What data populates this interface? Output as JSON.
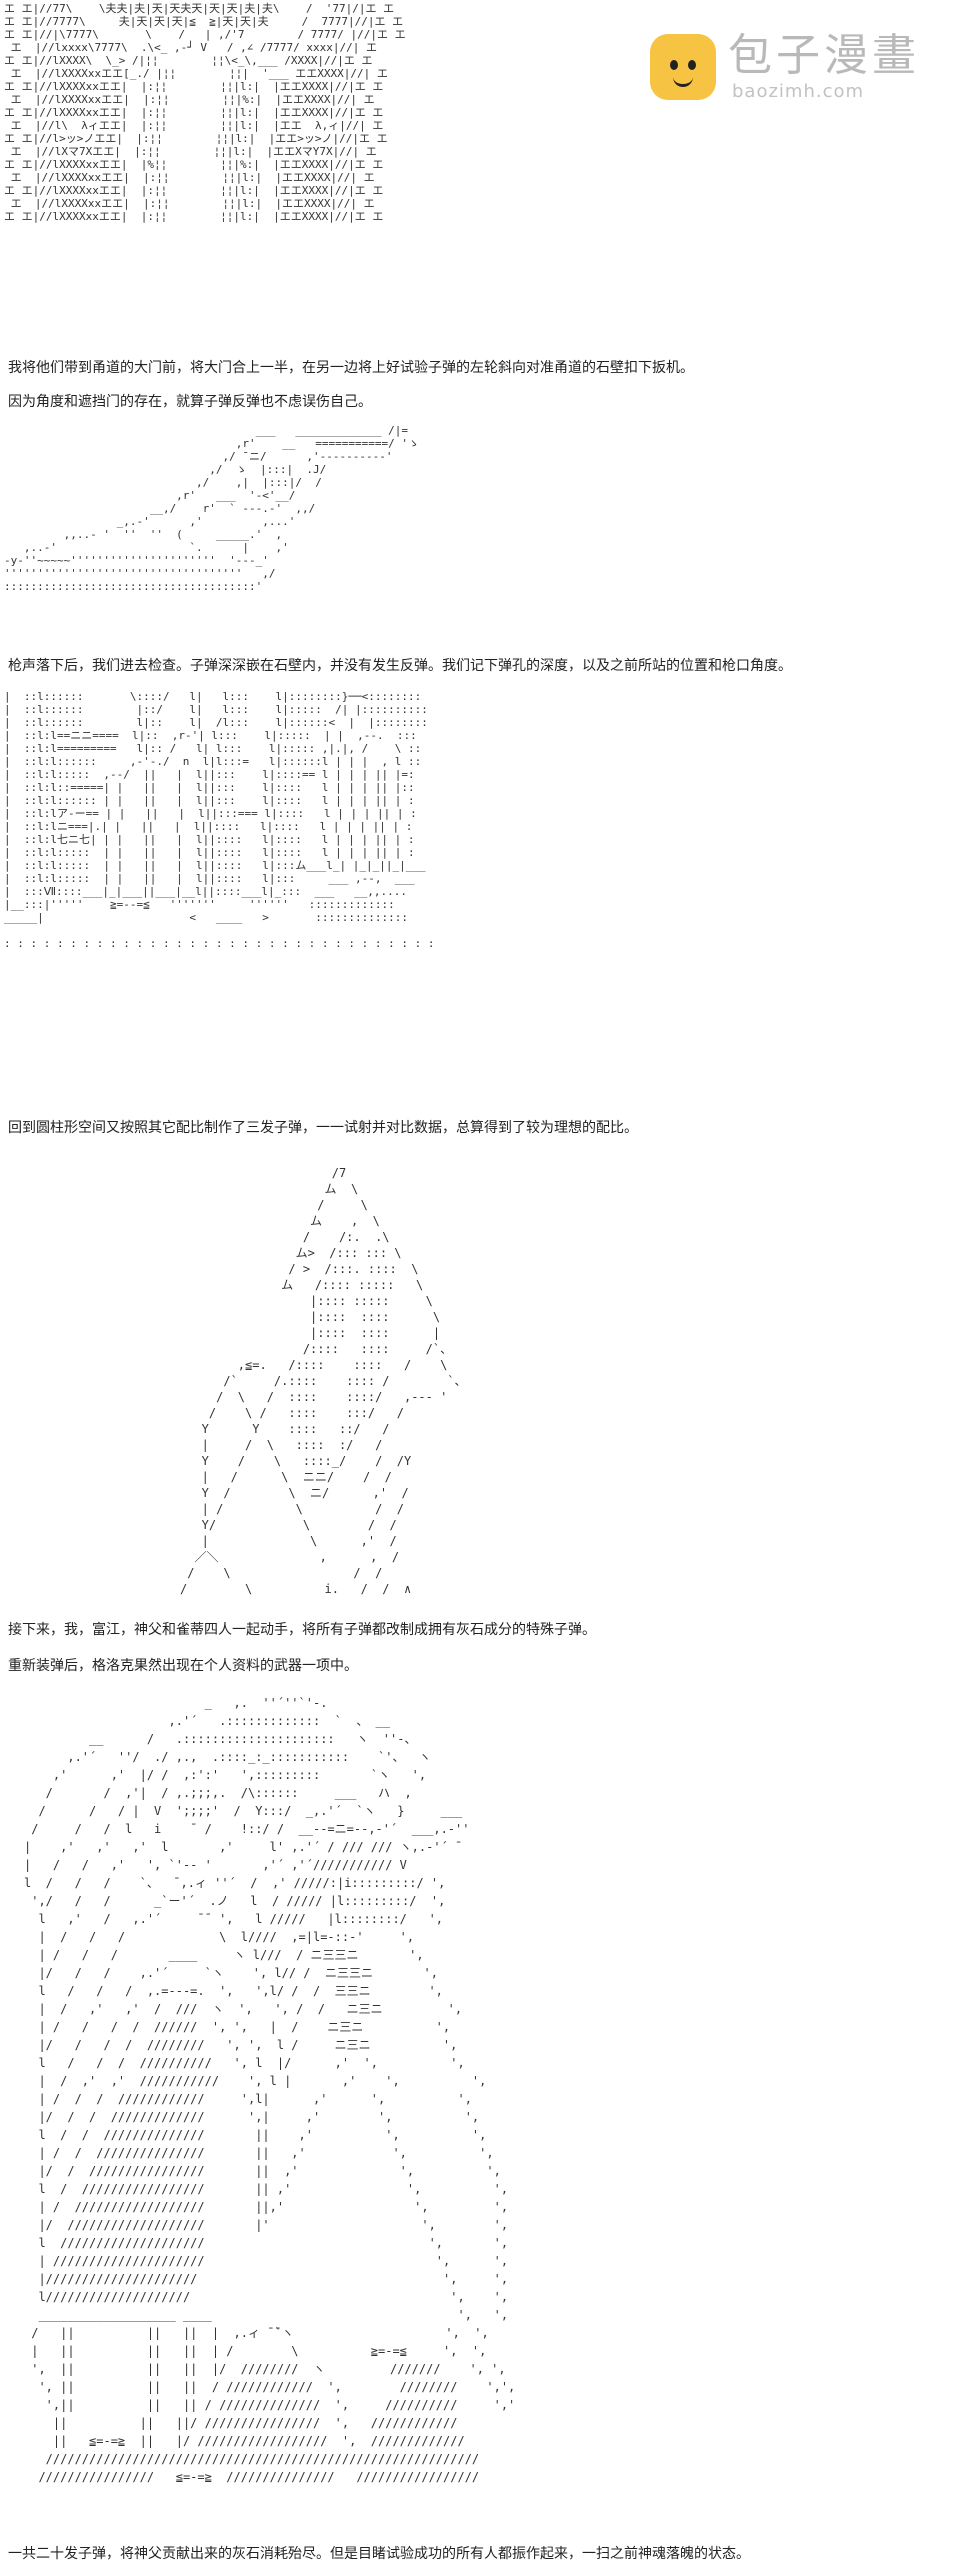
{
  "watermark": {
    "title": "包子漫畫",
    "url": "baozimh.com"
  },
  "captions": [
    "我将他们带到甬道的大门前，将大门合上一半，在另一边将上好试验子弹的左轮斜向对准甬道的石壁扣下扳机。",
    "因为角度和遮挡门的存在，就算子弹反弹也不虑误伤自己。",
    "枪声落下后，我们进去检查。子弹深深嵌在石壁内，并没有发生反弹。我们记下弹孔的深度，以及之前所站的位置和枪口角度。",
    "回到圆柱形空间又按照其它配比制作了三发子弹，一一试射并对比数据，总算得到了较为理想的配比。",
    "接下来，我，富江，神父和雀蒂四人一起动手，将所有子弹都改制成拥有灰石成分的特殊子弹。",
    "重新装弹后，格洛克果然出现在个人资料的武器一项中。",
    "一共二十发子弹，将神父贡献出来的灰石消耗殆尽。但是目睹试验成功的所有人都振作起来，一扫之前神魂落魄的状态。"
  ],
  "art": {
    "gate": [
      "エ エ|//77\\    \\夫夫|夫|天|天夫天|天|天|夫|夫\\    /  '77|/|エ エ",
      "エ エ|//7777\\     夫|天|天|天|≦  ≧|天|天|夫     /  7777|//|エ エ",
      "エ エ|//|\\7777\\       \\    /   | ,/'7        / 7777/ |//|エ エ",
      " エ  |//lxxxx\\7777\\  .\\<_ ,-┘ V   / ,∠ /7777/ xxxx|//| エ ",
      "エ エ|//lXXXX\\  \\_> /|¦¦        ¦¦\\<_\\,___ /XXXX|//|エ エ",
      " エ  |//lXXXXxxエエ[_./ |¦¦        ¦¦|  '___ エエXXXX|//| エ ",
      "エ エ|//lXXXXxxエエ|  |:¦¦        ¦¦|l:|  |エエXXXX|//|エ エ",
      " エ  |//lXXXXxxエエ|  |:¦¦        ¦¦|%:|  |エエXXXX|//| エ ",
      "エ エ|//lXXXXxxエエ|  |:¦¦        ¦¦|l:|  |エエXXXX|//|エ エ",
      " エ  |//l\\  λィエエ|  |:¦¦        ¦¦|l:|  |エエ  λ,ィ|//| エ ",
      "エ エ|//l>ッ>ノエエ|  |:¦¦        ¦¦|l:|  |エエ>ッ>ノ|//|エ エ",
      " エ  |//lXマ7Xエエ|  |:¦¦        ¦¦|l:|  |エエXマY7X|//| エ ",
      "エ エ|//lXXXXxxエエ|  |%¦¦        ¦¦|%:|  |エエXXXX|//|エ エ",
      " エ  |//lXXXXxxエエ|  |:¦¦        ¦¦|l:|  |エエXXXX|//| エ ",
      "エ エ|//lXXXXxxエエ|  |:¦¦        ¦¦|l:|  |エエXXXX|//|エ エ",
      " エ  |//lXXXXxxエエ|  |:¦¦        ¦¦|l:|  |エエXXXX|//| エ ",
      "エ エ|//lXXXXxxエエ|  |:¦¦        ¦¦|l:|  |エエXXXX|//|エ エ"
    ],
    "gun_hand": [
      "                                      ___   _____________ /|=",
      "                                   ,r'    __   ===========/ 'ゝ",
      "                                 ,/ ̄ ニ/      ,'----------'",
      "                               ,/  ゝ  |:::|  .J/",
      "                             ,/    ,|  |:::|/  /",
      "                          ,r'   ___  '-<'__/",
      "                      __,/    r'  ` ---.-'  ,,/",
      "                 _,.-'      ,'         ,...'",
      "         ,,..- '  ''  ''  (     _____.'  ,",
      "   ,..-'                    `.      |    ,'",
      "-y-''~~~~~''''''''''''''''''''''  '---_'",
      "''''''''''''''''''''''''''''''''''''   ,/",
      "::::::::::::::::::::::::::::::::::::::'"
    ],
    "corridor": [
      "|  ::l::::::       \\::::/   l|   l:::    l|::::::::}──<::::::::",
      "|  ::l::::::        |::/    l|   l:::    l|:::::  /| |::::::::::",
      "|  ::l::::::        l|::    l|  /l:::    l|::::::<  |  |::::::::",
      "|  ::l:l==ニニ====  l|::  ,r-'| l:::    l|:::::  | |  ,--.  :::",
      "|  ::l:l=========   l|:: /   l| l:::    l|::::: ,|.|, /    \\ ::",
      "|  ::l:l::::::     ,-'-./  n  l|l:::=   l|::::::l | | |  , l ::",
      "|  ::l:l:::::  ,--/  ||   |  l||:::    l|::::== l | | | || |=:",
      "|  ::l:l::=====| |   ||   |  l||:::    l|::::   l | | | || |::",
      "|  ::l:l:::::: | |   ||   |  l||:::    l|::::   l | | | || | :",
      "|  ::l:lア-ー== | |   ||   |  l||:::=== l|::::   l | | | || | :",
      "|  ::l:lニ===|.| |   ||   |  l||::::   l|::::   l | | | || | :",
      "|  ::l:l七ニ七| | |   ||   |  l||::::   l|::::   l | | | || | :",
      "|  ::l:l:::::  | |   ||   |  l||::::   l|::::   l | | | || | :",
      "|  ::l:l:::::  | |   ||   |  l||::::   l|:::ム___l_| |_|_||_|___",
      "|  ::l:l:::::  | |   ||   |  l||::::   l|:::     ___ ,--,  ___",
      "|  :::Ⅶ::::___|_|___||___|__l||::::___l|_:::  ___   __,,....",
      "|__:::|'''''    ≧=--=≦   '''''''     ''''''   :::::::::::::",
      "_____|                      <   ____   >       ::::::::::::::",
      "",
      ": : : : : : : : : : : : : : : : : : : : : : : : : : : : : : : : :"
    ],
    "bullet": [
      "                     /7",
      "                    ム  \\",
      "                   /     \\",
      "                  ム    ,  \\",
      "                 /    /:.  .\\",
      "                ム>  /::: ::: \\",
      "               / >  /:::. ::::  \\",
      "              ム   /:::: :::::   \\",
      "                  |:::: :::::     \\",
      "                  |::::  ::::      \\",
      "                  |::::  ::::      |",
      "                 /::::   ::::     /`、",
      "        ,≦=.   /::::    ::::   /    \\",
      "      /`     /.::::    :::: /        `、",
      "     /  \\   /  ::::    ::::/   ,-‐‐ '",
      "    /    \\ /   ::::    :::/   /",
      "   Y      Y    ::::   ::/   /",
      "   |     /  \\   ::::  :/   /",
      "   Y    /    \\   ::::_/    /  /Y",
      "   |   /      \\  ニニ/    /  /",
      "   Y  /        \\  ニ/      ,'  /",
      "   | /          \\          /  /",
      "   Y/            \\        /  /",
      "   |              \\      ,'  /",
      "  ／＼              ,      ,  /",
      " /    \\                 /  /",
      "/        \\          i.   /  /  ∧"
    ],
    "group": [
      "                         _   ,.  ''´''`'-.                    ",
      "                    ,.'´   .:::::::::::::  `  、 __            ",
      "         __      /   .:::::::::::::::::::::   ヽ  ''-、        ",
      "      ,.'´   ''/  ./ ,.,  .::::_:_:::::::::::    `'、  ヽ      ",
      "    ,'      ,'  |/ /  ,:':'   ',:::::::::       `ヽ   ',    ",
      "   /       /  ,'|  / ,.;;;,.  /\\::::::     ___   ハ  ,      ",
      "  /      /   / |  V  ';;;;'  /  Y:::/  _,.'´  `ヽ   }     ___",
      " /     /   /  l   i    ̄  /    !::/ /  __--=ニ=--,-'´  ___,.-''",
      "|    ,'   ,'   ,'  l       ,'     l' ,.'´ / /// /// ヽ,.-'´ ̄",
      "|   /   /   ,'   ', `'-- '       ,'´ ,'´/////////// V",
      "l  /   /   /    `、  ̄ ,.ィ ''´  /  ,' /////:|i:::::::::/ ',",
      " ',/   /   /      _`ー'´  .ノ   l  / ///// |l:::::::::/  ',",
      "  l   ,'   /   ,.'´     ̄ ̄  ',   l /////   |l::::::::/   ',",
      "  |  /   /   /             \\  l////  ,=|l=-::-'     ',",
      "  | /   /   /       ____     ヽ l///  / ニ三三ニ       ',",
      "  |/   /   /    ,.'´     `ヽ    ', l// /  ニ三三ニ       ',",
      "  l   /   /   /  ,.=-‐-=.  ',   ',l/ /  /  三三ニ        ',",
      "  |  /   ,'   ,'  /  ///  ヽ  ',   ', /  /   ニ三ニ         ',",
      "  | /   /   /  /  //////  ', ',   |  /    ニ三ニ          ',",
      "  |/   /   /  /  ////////   ', ',  l /     ニ三ニ          ',",
      "  l   /   /  /  //////////   ', l  |/      ,'  ',          ',",
      "  |  /  ,'  ,'  ///////////    ', l |       ,'    ',          ',",
      "  | /  /  /  ////////////     ',l|      ,'      ',          ',",
      "  |/  /  /  /////////////      ',|     ,'        ',          ',",
      "  l  /  /  //////////////       ||    ,'          ',          ',",
      "  | /  /  ///////////////       ||   ,'            ',          ',",
      "  |/  /  ////////////////       ||  ,'              ',          ',",
      "  l  /  /////////////////       || ,'                ',          ',",
      "  | /  //////////////////       ||,'                  ',         ',",
      "  |/  ///////////////////       |'                     ',        ',",
      "  l  ////////////////////                               ',       ',",
      "  | /////////////////////                                ',      ',",
      "  |/////////////////////                                  ',     ',",
      "  l////////////////////                                    ',    ',",
      "  ___________________ ____                                  ',   ',",
      " /   ||          ||   ||  |  ,.ィ ̄ ̄`ヽ                     ',  ',",
      " |   ||          ||   ||  | /        \\          ≧=-=≦     ',  ',",
      " ',  ||          ||   ||  |/  ////////  ヽ         ///////    ', ',",
      "  ', ||          ||   ||  / ////////////  ',        ////////    ',',",
      "   ',||          ||   || / //////////////  ',     //////////     ','",
      "    ||          ||   ||/ ////////////////  ',   ////////////       ",
      "    ||   ≦=-=≧  ||   |/ //////////////////  ',  /////////////      ",
      "   ////////////////////////////////////////////////////////////   ",
      "  ////////////////   ≦=-=≧  ///////////////   /////////////////  "
    ]
  }
}
